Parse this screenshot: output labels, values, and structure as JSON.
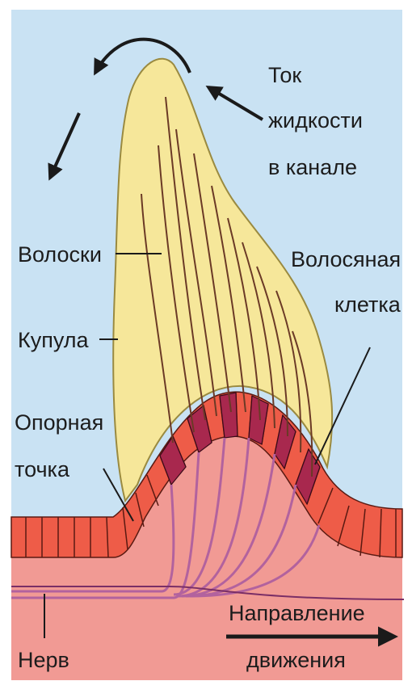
{
  "labels": {
    "flow_line1": "Ток",
    "flow_line2": "жидкости",
    "flow_line3": "в канале",
    "hairs": "Волоски",
    "cupula": "Купула",
    "hair_cell_line1": "Волосяная",
    "hair_cell_line2": "клетка",
    "support_line1": "Опорная",
    "support_line2": "точка",
    "direction_line1": "Направление",
    "direction_line2": "движения",
    "nerve": "Нерв"
  },
  "colors": {
    "canal_fluid": "#c9e2f3",
    "cupula_fill": "#f6e79a",
    "cupula_outline": "#9a8a40",
    "epithelium_cells": "#ee5c48",
    "hair_cells": "#a8284e",
    "tissue": "#f19a94",
    "nerve_fibers": "#b2629e",
    "arrows": "#1a1a1a"
  }
}
